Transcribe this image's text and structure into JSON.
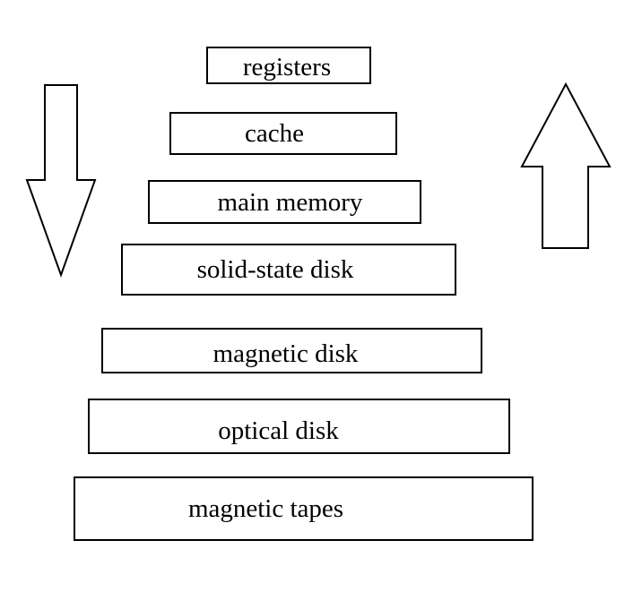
{
  "hierarchy": {
    "tiers": [
      {
        "label": "registers"
      },
      {
        "label": "cache"
      },
      {
        "label": "main memory"
      },
      {
        "label": "solid-state disk"
      },
      {
        "label": "magnetic disk"
      },
      {
        "label": "optical disk"
      },
      {
        "label": "magnetic tapes"
      }
    ]
  },
  "arrows": {
    "left": {
      "direction": "down",
      "icon": "down-arrow-icon"
    },
    "right": {
      "direction": "up",
      "icon": "up-arrow-icon"
    }
  },
  "colors": {
    "stroke": "#000000",
    "background": "#ffffff"
  }
}
